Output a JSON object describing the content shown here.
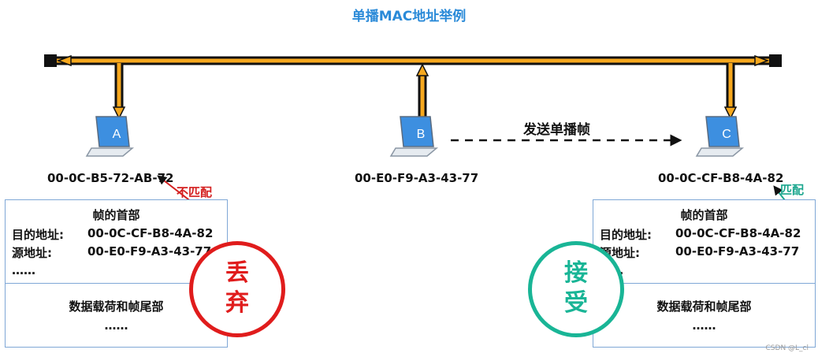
{
  "title": "单播MAC地址举例",
  "hosts": [
    {
      "id": "A",
      "mac": "00-0C-B5-72-AB-72"
    },
    {
      "id": "B",
      "mac": "00-E0-F9-A3-43-77"
    },
    {
      "id": "C",
      "mac": "00-0C-CF-B8-4A-82"
    }
  ],
  "send_label": "发送单播帧",
  "left": {
    "match_tag": "不匹配",
    "header_title": "帧的首部",
    "dst_label": "目的地址:",
    "dst_value": "00-0C-CF-B8-4A-82",
    "src_label": "源地址:",
    "src_value": "00-E0-F9-A3-43-77",
    "ellipsis": "……",
    "payload": "数据载荷和帧尾部",
    "payload_ellipsis": "……",
    "stamp_top": "丢",
    "stamp_bottom": "弃"
  },
  "right": {
    "match_tag": "匹配",
    "header_title": "帧的首部",
    "dst_label": "目的地址:",
    "dst_value": "00-0C-CF-B8-4A-82",
    "src_label": "源地址:",
    "src_value": "00-E0-F9-A3-43-77",
    "ellipsis": "……",
    "payload": "数据载荷和帧尾部",
    "payload_ellipsis": "……",
    "stamp_top": "接",
    "stamp_bottom": "受"
  },
  "watermark": "CSDN @L_cl",
  "colors": {
    "title": "#2a8ad8",
    "bus_fill": "#f6a81e",
    "bus_border": "#111111",
    "drop": "#e01c1c",
    "accept": "#19b596",
    "frame_border": "#7fa7d6"
  }
}
